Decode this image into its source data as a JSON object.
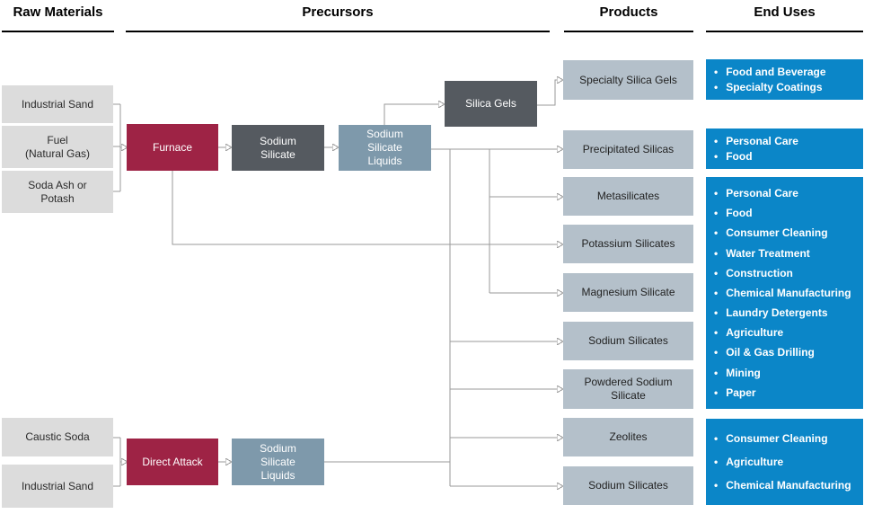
{
  "headers": {
    "raw_materials": "Raw Materials",
    "precursors": "Precursors",
    "products": "Products",
    "end_uses": "End Uses"
  },
  "raw_materials": {
    "industrial_sand_top": "Industrial Sand",
    "fuel": "Fuel\n(Natural Gas)",
    "soda_ash_or_potash": "Soda Ash or\nPotash",
    "caustic_soda": "Caustic Soda",
    "industrial_sand_bottom": "Industrial Sand"
  },
  "precursors": {
    "furnace": "Furnace",
    "sodium_silicate": "Sodium\nSilicate",
    "sodium_silicate_liquids_top": "Sodium\nSilicate\nLiquids",
    "silica_gels": "Silica Gels",
    "direct_attack": "Direct Attack",
    "sodium_silicate_liquids_bottom": "Sodium\nSilicate\nLiquids"
  },
  "products": {
    "specialty_silica_gels": "Specialty Silica Gels",
    "precipitated_silicas": "Precipitated Silicas",
    "metasilicates": "Metasilicates",
    "potassium_silicates": "Potassium Silicates",
    "magnesium_silicate": "Magnesium Silicate",
    "sodium_silicates_1": "Sodium Silicates",
    "powdered_sodium_silicate": "Powdered Sodium\nSilicate",
    "zeolites": "Zeolites",
    "sodium_silicates_2": "Sodium Silicates"
  },
  "end_uses": {
    "specialty_silica_gels_uses": {
      "items": [
        "Food and Beverage",
        "Specialty Coatings"
      ]
    },
    "precipitated_silicas_uses": {
      "items": [
        "Personal Care",
        "Food"
      ]
    },
    "general_silicates_uses": {
      "items": [
        "Personal Care",
        "Food",
        "Consumer Cleaning",
        "Water Treatment",
        "Construction",
        "Chemical Manufacturing",
        "Laundry Detergents",
        "Agriculture",
        "Oil & Gas Drilling",
        "Mining",
        "Paper"
      ]
    },
    "zeolites_sodium_silicates_uses": {
      "items": [
        "Consumer Cleaning",
        "Agriculture",
        "Chemical Manufacturing"
      ]
    }
  },
  "colors": {
    "process_maroon": "#9e2345",
    "precursor_slate": "#555a60",
    "liquids_blue_gray": "#7e99ab",
    "raw_material_gray": "#dcdcdc",
    "product_gray_blue": "#b4c0ca",
    "end_use_blue": "#0b86c8",
    "connector_gray": "#9a9a9a"
  }
}
